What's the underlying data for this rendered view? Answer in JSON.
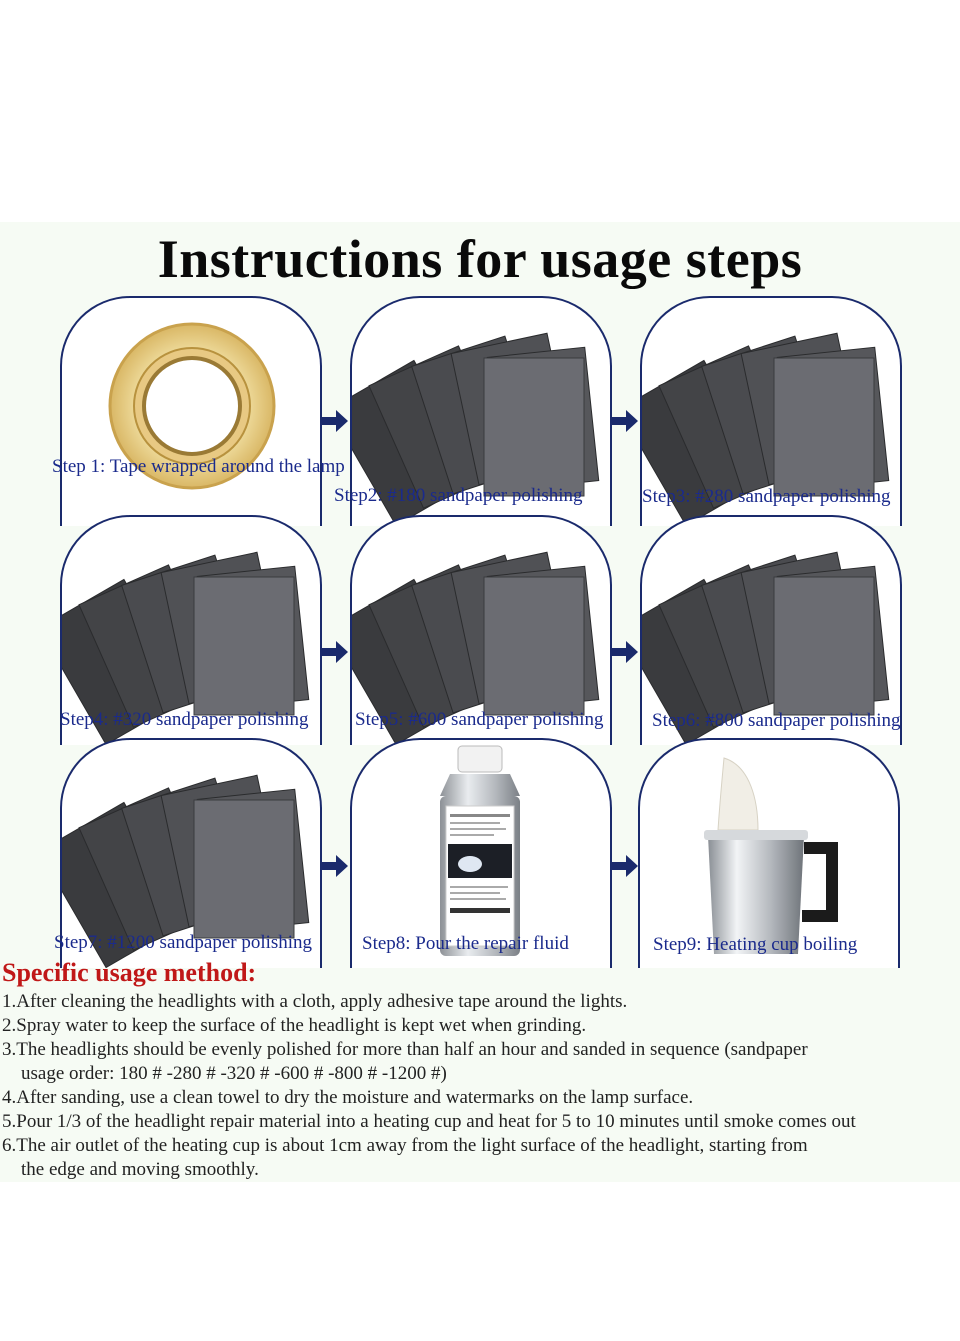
{
  "title": "Instructions for usage steps",
  "steps": [
    {
      "label": "Step 1: Tape wrapped around the lamp"
    },
    {
      "label": "Step2: #180 sandpaper polishing"
    },
    {
      "label": "Step3: #280 sandpaper polishing"
    },
    {
      "label": "Step4: #320 sandpaper polishing"
    },
    {
      "label": "Step5: #600 sandpaper polishing"
    },
    {
      "label": "Step6: #800 sandpaper polishing"
    },
    {
      "label": "Step7: #1200 sandpaper polishing"
    },
    {
      "label": "Step8: Pour the repair fluid"
    },
    {
      "label": "Step9: Heating cup boiling"
    }
  ],
  "method": {
    "title": "Specific usage method:",
    "items": [
      "1.After cleaning the headlights with a cloth, apply adhesive tape around the lights.",
      "2.Spray water to keep the surface of the headlight is kept wet when grinding.",
      "3.The headlights should be evenly polished for more than half an hour and sanded in sequence (sandpaper",
      "usage order: 180 # -280 # -320 # -600 # -800 # -1200 #)",
      "4.After sanding, use a clean towel to dry the moisture and watermarks on the lamp surface.",
      "5.Pour 1/3 of the headlight repair material into a heating cup and heat for 5 to 10 minutes until smoke comes out",
      "6.The air outlet of the heating cup is about 1cm away from the light surface of the headlight, starting from",
      "the edge and moving smoothly."
    ]
  },
  "colors": {
    "caption": "#1a2a8c",
    "frame": "#1a2a6c",
    "arrow": "#1a2a6c",
    "method_title": "#c01818",
    "panel_bg": "#f6fbf4"
  },
  "icons": {
    "tape": "tape-roll-icon",
    "sandpaper": "sandpaper-stack-icon",
    "bottle": "repair-fluid-bottle-icon",
    "cup": "heating-cup-icon",
    "arrow": "arrow-right-icon"
  }
}
